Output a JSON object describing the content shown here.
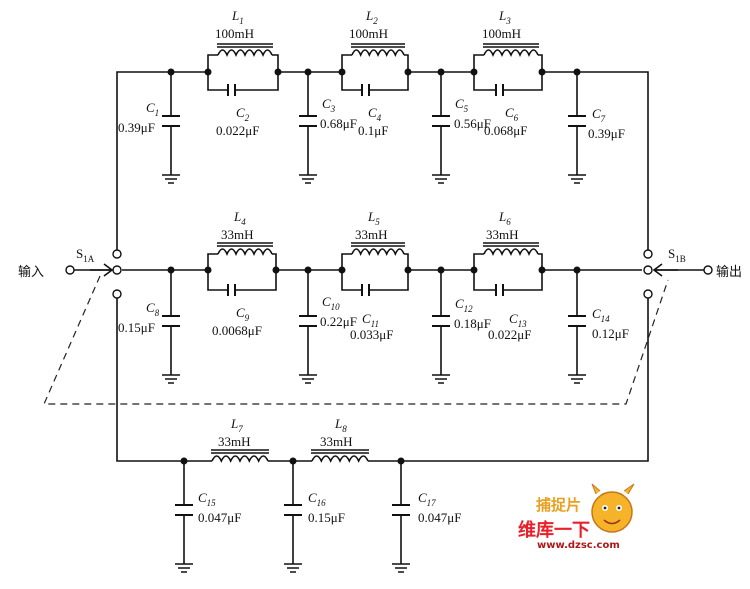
{
  "io": {
    "input_label": "输入",
    "output_label": "输出"
  },
  "switches": [
    {
      "main": "S",
      "sub": "1A"
    },
    {
      "main": "S",
      "sub": "1B"
    }
  ],
  "inductors": [
    {
      "main": "L",
      "sub": "1",
      "value": "100mH"
    },
    {
      "main": "L",
      "sub": "2",
      "value": "100mH"
    },
    {
      "main": "L",
      "sub": "3",
      "value": "100mH"
    },
    {
      "main": "L",
      "sub": "4",
      "value": "33mH"
    },
    {
      "main": "L",
      "sub": "5",
      "value": "33mH"
    },
    {
      "main": "L",
      "sub": "6",
      "value": "33mH"
    },
    {
      "main": "L",
      "sub": "7",
      "value": "33mH"
    },
    {
      "main": "L",
      "sub": "8",
      "value": "33mH"
    }
  ],
  "capacitors": [
    {
      "main": "C",
      "sub": "1",
      "value": "0.39μF"
    },
    {
      "main": "C",
      "sub": "2",
      "value": "0.022μF"
    },
    {
      "main": "C",
      "sub": "3",
      "value": "0.68μF"
    },
    {
      "main": "C",
      "sub": "4",
      "value": "0.1μF"
    },
    {
      "main": "C",
      "sub": "5",
      "value": "0.56μF"
    },
    {
      "main": "C",
      "sub": "6",
      "value": "0.068μF"
    },
    {
      "main": "C",
      "sub": "7",
      "value": "0.39μF"
    },
    {
      "main": "C",
      "sub": "8",
      "value": "0.15μF"
    },
    {
      "main": "C",
      "sub": "9",
      "value": "0.0068μF"
    },
    {
      "main": "C",
      "sub": "10",
      "value": "0.22μF"
    },
    {
      "main": "C",
      "sub": "11",
      "value": "0.033μF"
    },
    {
      "main": "C",
      "sub": "12",
      "value": "0.18μF"
    },
    {
      "main": "C",
      "sub": "13",
      "value": "0.022μF"
    },
    {
      "main": "C",
      "sub": "14",
      "value": "0.12μF"
    },
    {
      "main": "C",
      "sub": "15",
      "value": "0.047μF"
    },
    {
      "main": "C",
      "sub": "16",
      "value": "0.15μF"
    },
    {
      "main": "C",
      "sub": "17",
      "value": "0.047μF"
    }
  ],
  "watermark": {
    "badge": "捕捉片",
    "brand": "维库一下",
    "url": "www.dzsc.com",
    "colors": {
      "badge": "#e8a020",
      "brand": "#e8202a",
      "url": "#b01818"
    }
  }
}
